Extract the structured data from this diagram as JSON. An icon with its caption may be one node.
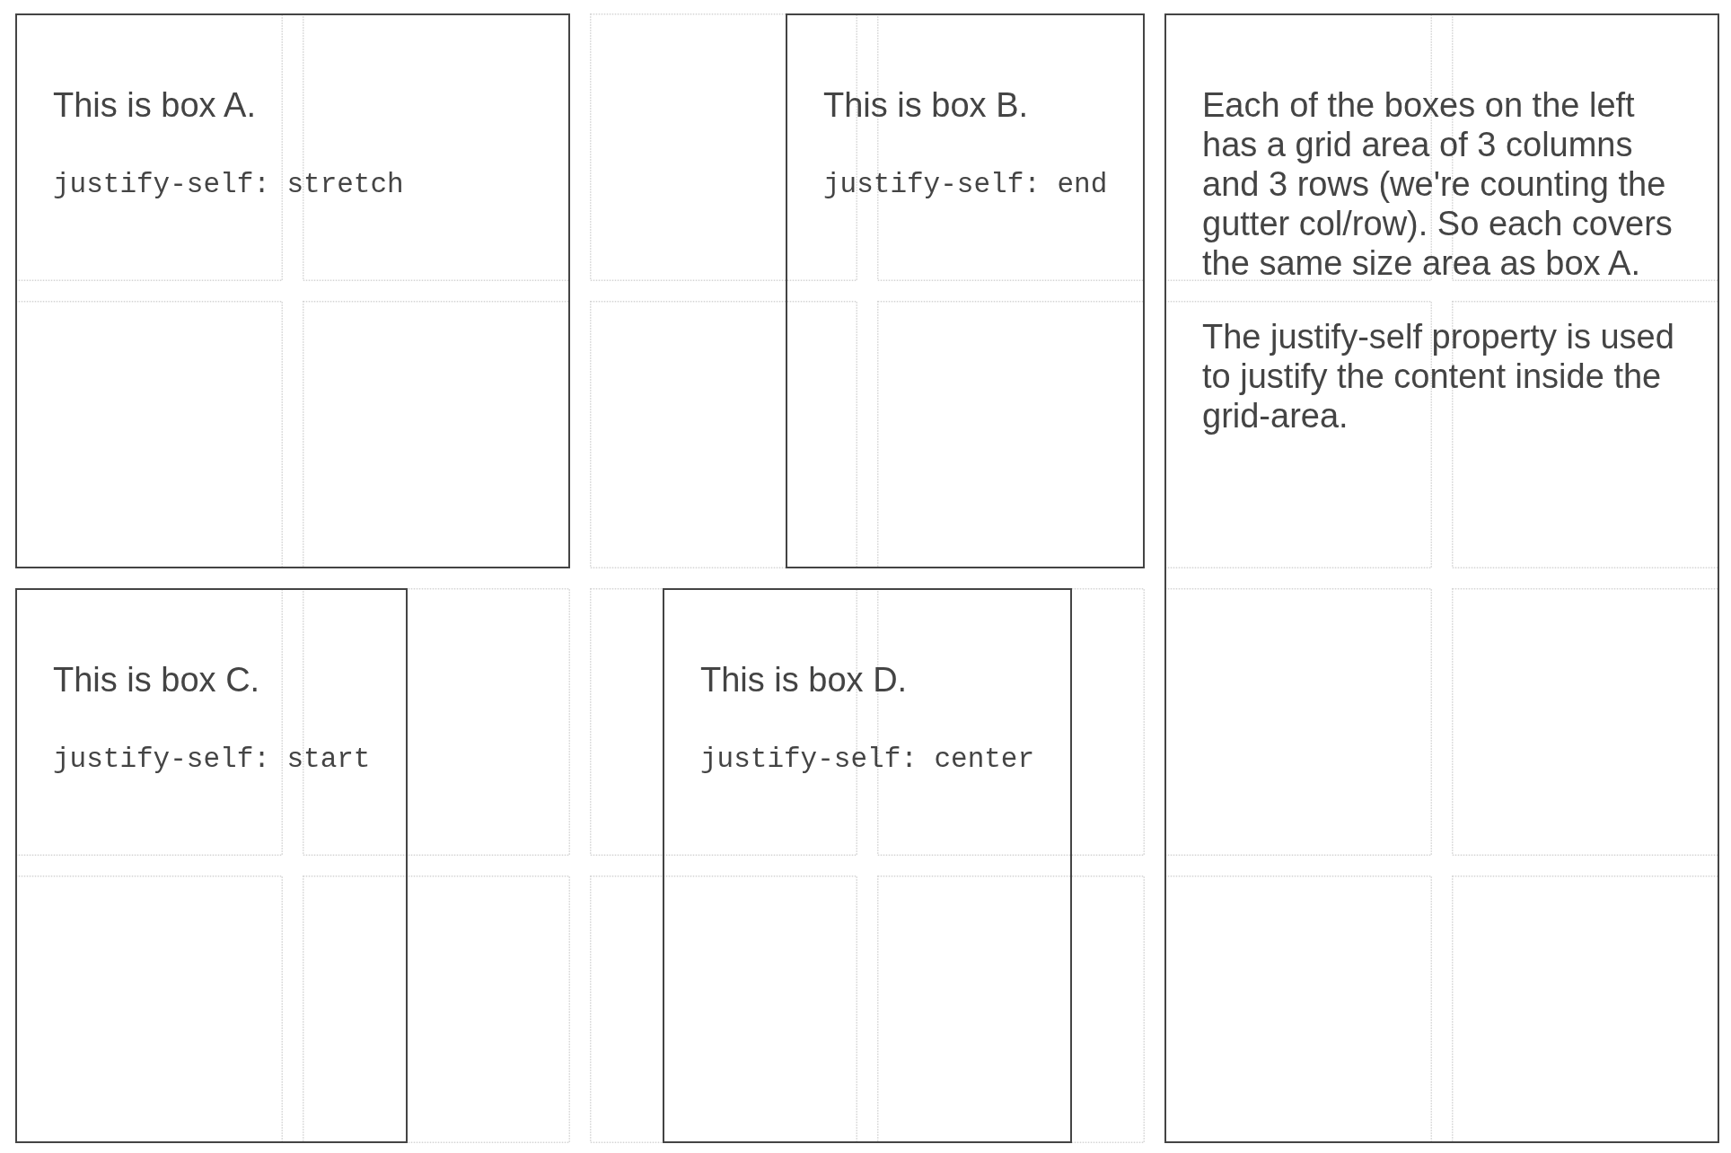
{
  "diagram": {
    "nodes": [
      {
        "text": [
          "This is box A.",
          "justify-self: stretch"
        ]
      },
      {
        "text": [
          "This is box B.",
          "justify-self: end"
        ]
      },
      {
        "text": [
          "Each of the boxes on the left has a grid area of 3 columns and 3 rows (we're counting the gutter col/row). So each covers the same size area as box A.",
          "The justify-self property is used to justify the content inside the grid-area."
        ]
      },
      {
        "text": [
          "This is box C.",
          "justify-self: start"
        ]
      },
      {
        "text": [
          "This is box D.",
          "justify-self: center"
        ]
      }
    ]
  }
}
